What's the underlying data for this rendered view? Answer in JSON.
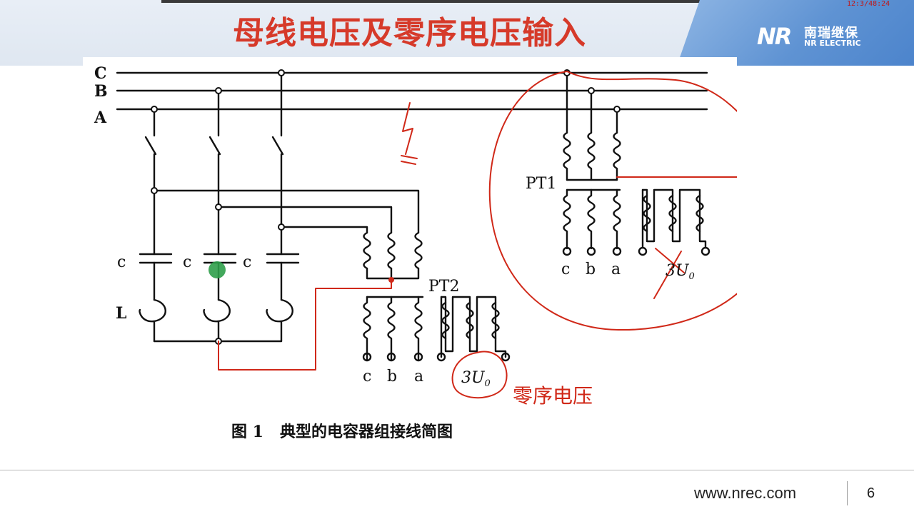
{
  "slide": {
    "title": "母线电压及零序电压输入",
    "timecode": "12:3/48:24",
    "page_number": "6",
    "footer_url": "www.nrec.com"
  },
  "logo": {
    "mark": "NR",
    "cn": "南瑞继保",
    "en": "NR ELECTRIC"
  },
  "diagram": {
    "bus_labels": [
      "C",
      "B",
      "A"
    ],
    "capacitor_label": "c",
    "reactor_label": "L",
    "pt1_label": "PT1",
    "pt2_label": "PT2",
    "secondary_labels": [
      "c",
      "b",
      "a"
    ],
    "zero_seq_symbol": "3U",
    "zero_seq_subscript": "0",
    "caption": "图 1   典型的电容器组接线简图",
    "handwritten_note": "零序电压"
  },
  "colors": {
    "title": "#d63a2a",
    "annotation": "#d02818",
    "brand": "#4c84cc",
    "cursor_dot": "#2f9e4a"
  }
}
